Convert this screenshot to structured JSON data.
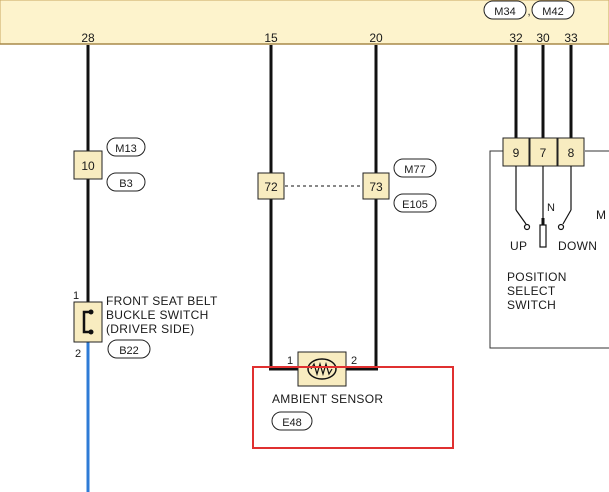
{
  "header": {
    "connectors": [
      "M34",
      "M42"
    ],
    "separator": ","
  },
  "pins_top": [
    "28",
    "15",
    "20",
    "32",
    "30",
    "33"
  ],
  "left_branch": {
    "splice_pin": "10",
    "splice_connectors": [
      "M13",
      "B3"
    ],
    "switch_pins": [
      "1",
      "2"
    ],
    "switch_label": [
      "FRONT SEAT BELT",
      "BUCKLE SWITCH",
      "(DRIVER SIDE)"
    ],
    "switch_connector": "B22"
  },
  "middle_branch": {
    "splice_pins": [
      "72",
      "73"
    ],
    "splice_connectors": [
      "M77",
      "E105"
    ],
    "sensor_pins": [
      "1",
      "2"
    ],
    "sensor_label": "AMBIENT SENSOR",
    "sensor_connector": "E48"
  },
  "right_branch": {
    "terminal_pins": [
      "9",
      "7",
      "8"
    ],
    "position_n": "N",
    "position_up": "UP",
    "position_down": "DOWN",
    "partial_label": "M",
    "switch_label": [
      "POSITION",
      "SELECT",
      "SWITCH"
    ]
  },
  "colors": {
    "header_fill": "#fdf3cc",
    "terminal_fill": "#f8ecc0",
    "wire": "#111111",
    "wire_blue": "#2e7bd6",
    "highlight": "#e03030"
  }
}
